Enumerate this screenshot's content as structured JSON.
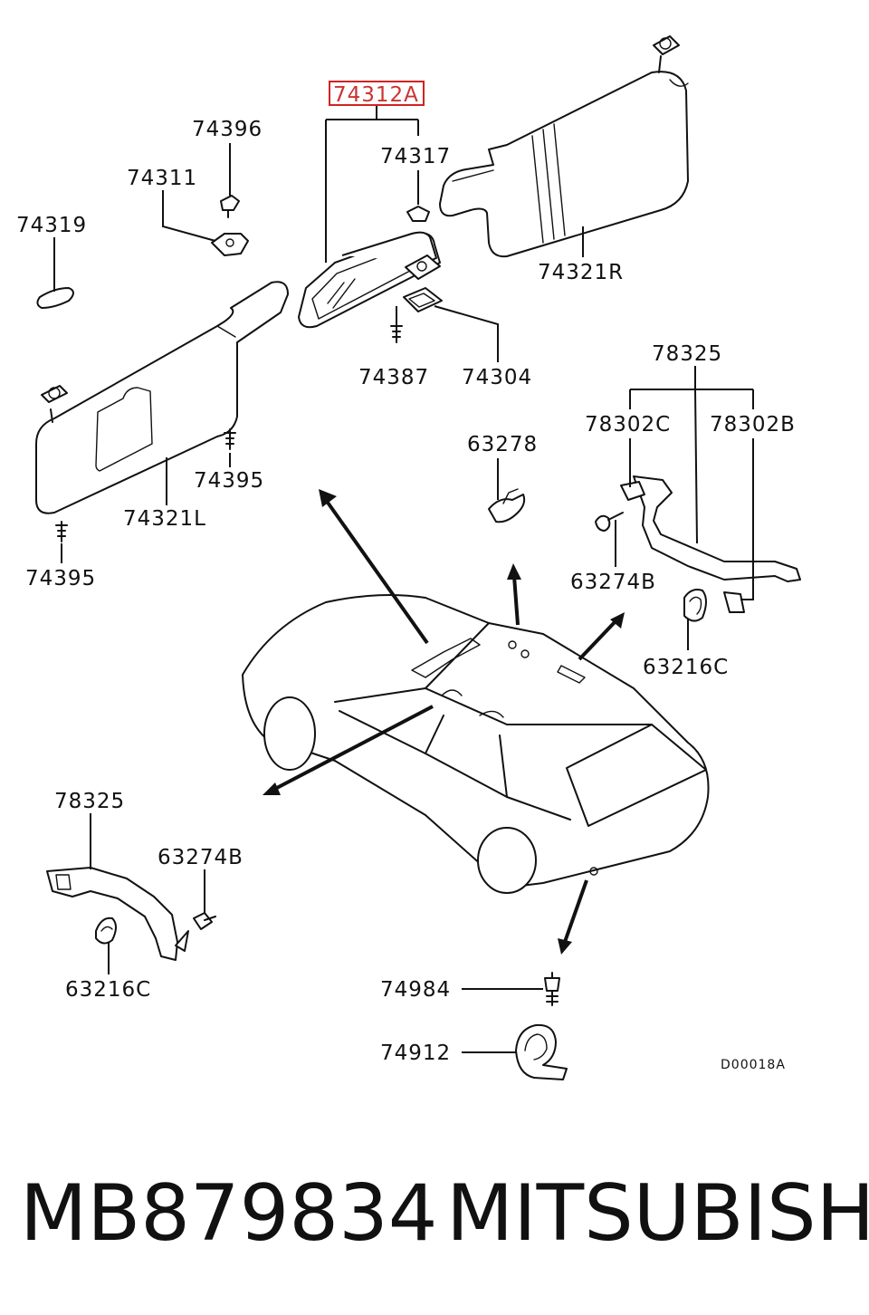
{
  "callouts": {
    "p74312A": "74312A",
    "p74396": "74396",
    "p74317": "74317",
    "p74311": "74311",
    "p74319": "74319",
    "p74321R": "74321R",
    "p74387": "74387",
    "p74304": "74304",
    "p74395a": "74395",
    "p74321L": "74321L",
    "p74395b": "74395",
    "p78325a": "78325",
    "p78302C": "78302C",
    "p78302B": "78302B",
    "p63278": "63278",
    "p63274Ba": "63274B",
    "p63216Ca": "63216C",
    "p78325b": "78325",
    "p63274Bb": "63274B",
    "p63216Cb": "63216C",
    "p74984": "74984",
    "p74912": "74912"
  },
  "diagram_code": "D00018A",
  "highlight_color": "#d22222",
  "footer": {
    "part_number": "MB879834",
    "brand": "MITSUBISHI"
  }
}
